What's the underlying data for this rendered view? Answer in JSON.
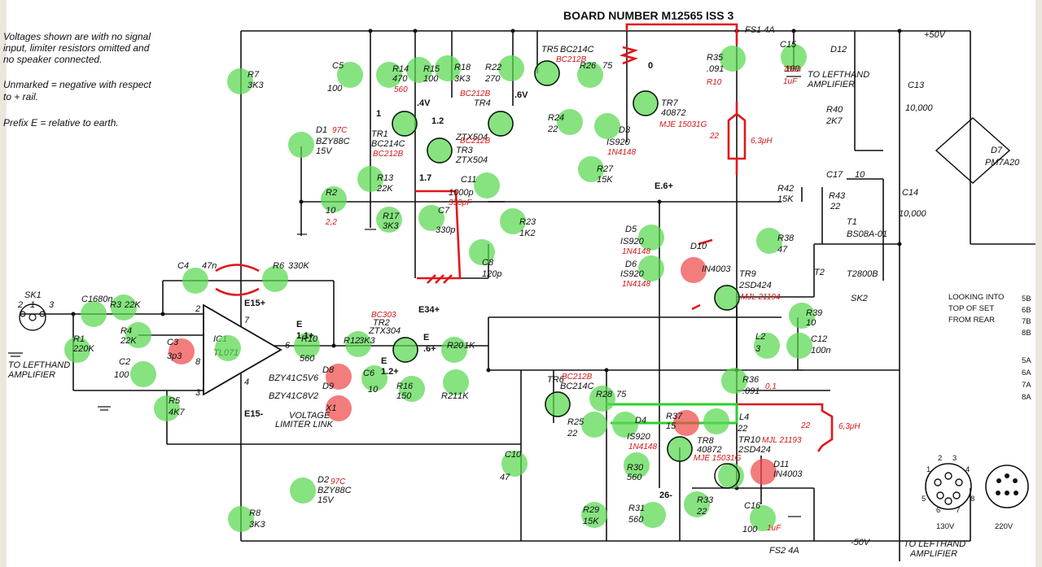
{
  "title": "BOARD NUMBER M12565 ISS 3",
  "notes": [
    "Voltages shown are with no signal",
    "input, limiter resistors omitted and",
    "no speaker connected.",
    "Unmarked = negative with respect",
    "to + rail.",
    "Prefix E = relative to earth."
  ],
  "colors": {
    "ink": "#111111",
    "green_marker": "#58d84f",
    "red_marker": "#ef4a4a",
    "red_pen": "#e0171b",
    "green_pen": "#2bd12b"
  },
  "rails": {
    "positive": "+50V",
    "negative": "-50V"
  },
  "fuses": {
    "fs1": "FS1 4A",
    "fs2": "FS2 4A"
  },
  "connectors": {
    "sk1": "SK1",
    "sk2": "SK2",
    "sk1_pins": [
      "2",
      "1",
      "3"
    ]
  },
  "to_lefthand_amplifier": [
    "TO LEFTHAND",
    "AMPLIFIER"
  ],
  "voltages": {
    "v1": "1",
    "v04": ".4V",
    "v12": "1.2",
    "v6v": ".6V",
    "v0": "0",
    "v17": "1.7",
    "e6p": "E.6+",
    "e15p": "E15+",
    "e15m": "E15-",
    "e34p": "E34+",
    "e11p": "1.1+",
    "e12p": "1.2+",
    "e6p2": ".6+",
    "e26m": "26-",
    "e": "E",
    "e2": "E",
    "e3": "E"
  },
  "opamp": {
    "name": "IC1",
    "part": "TL071",
    "pins": [
      "2",
      "3",
      "4",
      "6",
      "7",
      "8"
    ]
  },
  "components": {
    "r7": [
      "R7",
      "3K3"
    ],
    "r8": [
      "R8",
      "3K3"
    ],
    "d1": [
      "D1",
      "BZY88C",
      "15V"
    ],
    "d2": [
      "D2",
      "BZY88C",
      "15V"
    ],
    "r2": [
      "R2",
      "10"
    ],
    "r13": [
      "R13",
      "22K"
    ],
    "r17": [
      "R17",
      "3K3"
    ],
    "c5": [
      "C5",
      "100"
    ],
    "r14": [
      "R14",
      "470"
    ],
    "r15": [
      "R15",
      "100"
    ],
    "r18": [
      "R18",
      "3K3"
    ],
    "tr1": [
      "TR1",
      "BC214C"
    ],
    "tr4": [
      "TR4",
      "ZTX504"
    ],
    "tr3": [
      "TR3",
      "ZTX504"
    ],
    "c11": [
      "C11",
      "1000p"
    ],
    "c7": [
      "C7",
      "330p"
    ],
    "c8": [
      "C8",
      "120p"
    ],
    "r23": [
      "R23",
      "1K2"
    ],
    "r22": [
      "R22",
      "270"
    ],
    "tr5": [
      "TR5",
      "BC214C"
    ],
    "r26": [
      "R26",
      "75"
    ],
    "r24": [
      "R24",
      "22"
    ],
    "d3": [
      "D3",
      "IS920"
    ],
    "r27": [
      "R27",
      "15K"
    ],
    "tr7": [
      "TR7",
      "40872"
    ],
    "r35": [
      "R35",
      ".091"
    ],
    "c15": [
      "C15",
      "100"
    ],
    "d12": [
      "D12"
    ],
    "r40": [
      "R40",
      "2K7"
    ],
    "c13": [
      "C13",
      "10,000"
    ],
    "c14": [
      "C14",
      "10,000"
    ],
    "d7": [
      "D7",
      "PM7A20"
    ],
    "r42": [
      "R42",
      "15K"
    ],
    "c17": [
      "C17",
      "10"
    ],
    "r43": [
      "R43",
      "22"
    ],
    "t1": [
      "T1",
      "BS08A-01"
    ],
    "t2": [
      "T2",
      "T2800B"
    ],
    "d5": [
      "D5",
      "IS920"
    ],
    "d6": [
      "D6",
      "IS920"
    ],
    "d10": [
      "D10",
      "IN4003"
    ],
    "tr9": [
      "TR9",
      "2SD424"
    ],
    "r38": [
      "R38",
      "47"
    ],
    "r39": [
      "R39",
      "10"
    ],
    "l2": [
      "L2",
      "3"
    ],
    "c12": [
      "C12",
      "100n"
    ],
    "sk1": [
      "SK1"
    ],
    "c1": [
      "C1",
      "680n"
    ],
    "r3": [
      "R3",
      "22K"
    ],
    "r1": [
      "R1",
      "220K"
    ],
    "r4": [
      "R4",
      "22K"
    ],
    "c2": [
      "C2",
      "100"
    ],
    "c3": [
      "C3",
      "3p3"
    ],
    "r5": [
      "R5",
      "4K7"
    ],
    "c4": [
      "C4",
      "47n"
    ],
    "r6": [
      "R6",
      "330K"
    ],
    "r10": [
      "R10",
      "560"
    ],
    "d8": [
      "D8",
      "BZY41C5V6"
    ],
    "d9": [
      "D9",
      "BZY41C8V2"
    ],
    "x1": [
      "X1",
      "VOLTAGE",
      "LIMITER LINK"
    ],
    "r12": [
      "R12",
      "3K3"
    ],
    "tr2": [
      "TR2",
      "ZTX304"
    ],
    "c6": [
      "C6",
      "10"
    ],
    "r16": [
      "R16",
      "150"
    ],
    "r20": [
      "R20",
      "1K"
    ],
    "r21": [
      "R21",
      "1K"
    ],
    "tr6": [
      "TR6",
      "BC214C"
    ],
    "r28": [
      "R28",
      "75"
    ],
    "r25": [
      "R25",
      "22"
    ],
    "d4": [
      "D4",
      "IS920"
    ],
    "r37": [
      "R37",
      "15"
    ],
    "l4": [
      "L4",
      "22"
    ],
    "tr8": [
      "TR8",
      "40872"
    ],
    "tr10": [
      "TR10",
      "2SD424"
    ],
    "r36": [
      "R36",
      ".091"
    ],
    "d11": [
      "D11",
      "IN4003"
    ],
    "c10": [
      "C10",
      "47"
    ],
    "r30": [
      "R30",
      "560"
    ],
    "r29": [
      "R29",
      "15K"
    ],
    "r31": [
      "R31",
      "560"
    ],
    "r33": [
      "R33",
      "22"
    ],
    "c16": [
      "C16",
      "100"
    ]
  },
  "annotations_red": {
    "c1_97c": "97C",
    "d2_97c": "97C",
    "r2_22": "2,2",
    "r14_560": "560",
    "tr1_bc212b": "BC212B",
    "tr5_bc212b": "BC212B",
    "tr4_bc212b": "BC212B",
    "tr3_bc212b": "BC212B",
    "tr2_bc303": "BC303",
    "tr6_bc212b": "BC212B",
    "c11_330pf": "330pF",
    "r35_r10": "R10",
    "c15_700u": "700u",
    "c15_1uf": "1uF",
    "c16_1uf": "1uF",
    "d3_1n4148": "1N4148",
    "tr7_mje": "MJE 15031G",
    "ind_22": "22",
    "ind_63uh": "6,3μH",
    "ind2_22": "22",
    "ind2_63uh": "6,3μH",
    "d5_1n4148": "1N4148",
    "d6_1n4148": "1N4148",
    "d4_1n4148": "1N4148",
    "tr9_mjl": "MJL 21194",
    "tr8_mje": "MJE 15031G",
    "tr10_mjl": "MJL 21193",
    "r36_01": "0,1"
  },
  "view_notes": {
    "looking": [
      "LOOKING INTO",
      "TOP OF SET",
      "FROM REAR"
    ],
    "pins_top": [
      "5B",
      "6B",
      "7B",
      "8B"
    ],
    "pins_bottom": [
      "5A",
      "6A",
      "7A",
      "8A"
    ],
    "socket_130v": "130V",
    "socket_220v": "220V",
    "socket_pins": [
      "1",
      "2",
      "3",
      "4",
      "5",
      "6",
      "7",
      "8"
    ]
  }
}
